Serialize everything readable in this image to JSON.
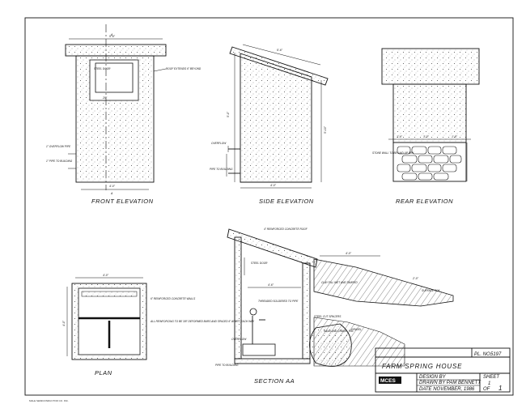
{
  "drawing": {
    "title": "FARM SPRING HOUSE",
    "plan_no_label": "PL. NO.",
    "plan_no": "5197",
    "design_by_label": "DESIGN BY",
    "drawn_by": "DRAWN BY PAM BENNETT",
    "date": "DATE NOVEMBER, 1986",
    "sheet_label": "SHEET",
    "sheet_no": "1",
    "of_label": "OF",
    "sheet_total": "1",
    "logo": "MCES",
    "footer_note": "MALE SEMICONDUCTOR CO. INC."
  },
  "views": {
    "front": "FRONT ELEVATION",
    "side": "SIDE ELEVATION",
    "rear": "REAR ELEVATION",
    "plan": "PLAN",
    "section": "SECTION AA"
  },
  "section_marks": {
    "top": "A",
    "bottom": "A"
  },
  "callouts": {
    "roof_extends": "ROOF EXTENDS 6\" BEYOND",
    "steel_door": "STEEL DOOR",
    "overflow_pipe": "1\" OVERFLOW PIPE",
    "pipe_to_building_front": "1\" PIPE TO BUILDING",
    "overflow_side": "OVERFLOW",
    "pipe_to_building_side": "PIPE TO BUILDING",
    "stone_wall": "STONE WALL TO BE LAID UP DRY",
    "reinforced_roof": "4\" REINFORCED CONCRETE ROOF",
    "steel_door_section": "STEEL DOOR",
    "clay_fill": "CLAY FILL WET AND TAMPED",
    "surface_soil": "SURFACE SOIL",
    "threaded_solder": "THREADED SOLDERED TO PIPE",
    "overflow_section": "OVERFLOW",
    "pipe_to_building_section": "PIPE TO BUILDING",
    "steel_cut_spacers": "STEEL CUT SPACERS",
    "sand_gravel": "SAND AND GRAVEL FILL",
    "gravel": "GRAVEL",
    "reinforced_walls": "6\" REINFORCED CONCRETE WALLS",
    "reinforcing_note": "ALL REINFORCING TO BE 3/8\" DEFORMED BARS AND SPACED 6\" APART EACH WAY"
  },
  "dimensions": {
    "front_top": "5'-6\"",
    "front_door_w": "20\"",
    "front_bottom": "4'-0\"",
    "side_top": "5'-6\"",
    "side_h_left": "5'-0\"",
    "side_h_right": "5'-10\"",
    "side_bottom": "4'-0\"",
    "rear_a": "1'-6\"",
    "rear_b": "3'-0\"",
    "rear_c": "1'-6\"",
    "plan_top": "4'-0\"",
    "plan_side": "4'-0\"",
    "sec_a": "4'-6\"",
    "sec_b": "4'-0\"",
    "sec_c": "2'-0\""
  }
}
